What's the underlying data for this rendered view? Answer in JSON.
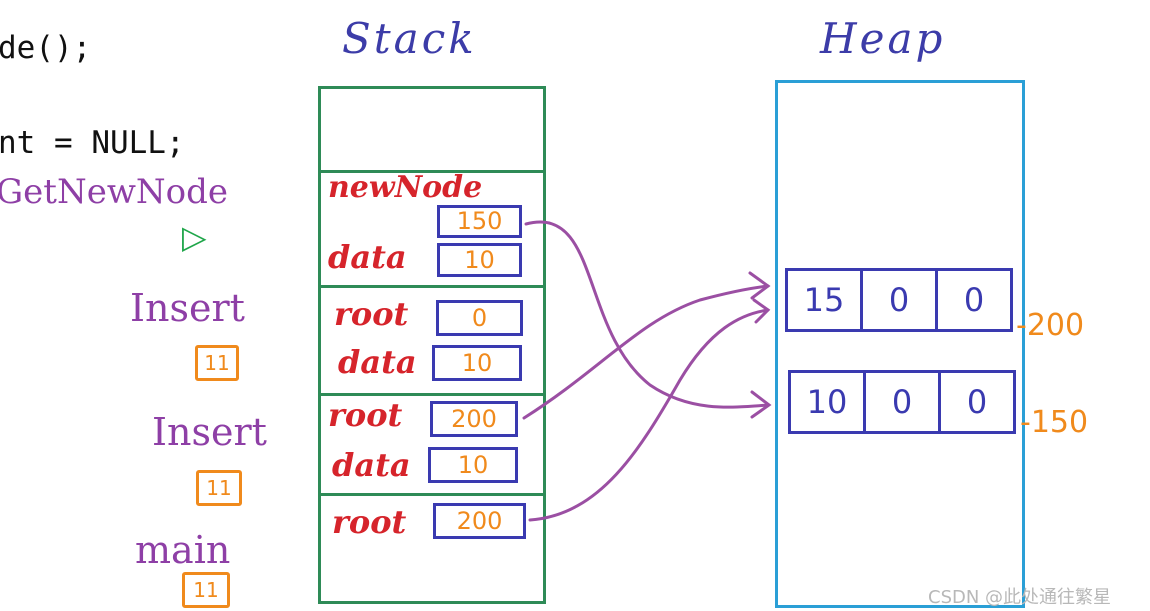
{
  "code": {
    "line1": "de();",
    "line2": "nt = NULL;"
  },
  "titles": {
    "stack": "Stack",
    "heap": "Heap"
  },
  "frames": {
    "getnewnode": {
      "label": "GetNewNode",
      "marker": "▷"
    },
    "insert_top": {
      "label": "Insert",
      "badge": "11"
    },
    "insert_bottom": {
      "label": "Insert",
      "badge": "11"
    },
    "main": {
      "label": "main",
      "badge": "11"
    }
  },
  "stack": {
    "getnewnode": {
      "newnode_label": "newNode",
      "newnode_value": "150",
      "data_label": "data",
      "data_value": "10"
    },
    "insert_top": {
      "root_label": "root",
      "root_value": "0",
      "data_label": "data",
      "data_value": "10"
    },
    "insert_bottom": {
      "root_label": "root",
      "root_value": "200",
      "data_label": "data",
      "data_value": "10"
    },
    "main": {
      "root_label": "root",
      "root_value": "200"
    }
  },
  "heap": {
    "nodes": [
      {
        "cells": [
          "15",
          "0",
          "0"
        ],
        "address": "200"
      },
      {
        "cells": [
          "10",
          "0",
          "0"
        ],
        "address": "150"
      }
    ]
  },
  "watermark": "CSDN @此处通往繁星",
  "colors": {
    "stack_border": "#2e8b57",
    "heap_border": "#2a9fd6",
    "variable_label": "#d6242b",
    "value_box": "#3a3ab0",
    "value_text": "#f08a1c",
    "frame_label": "#8e3fa6",
    "arrow": "#9b4fa3"
  }
}
